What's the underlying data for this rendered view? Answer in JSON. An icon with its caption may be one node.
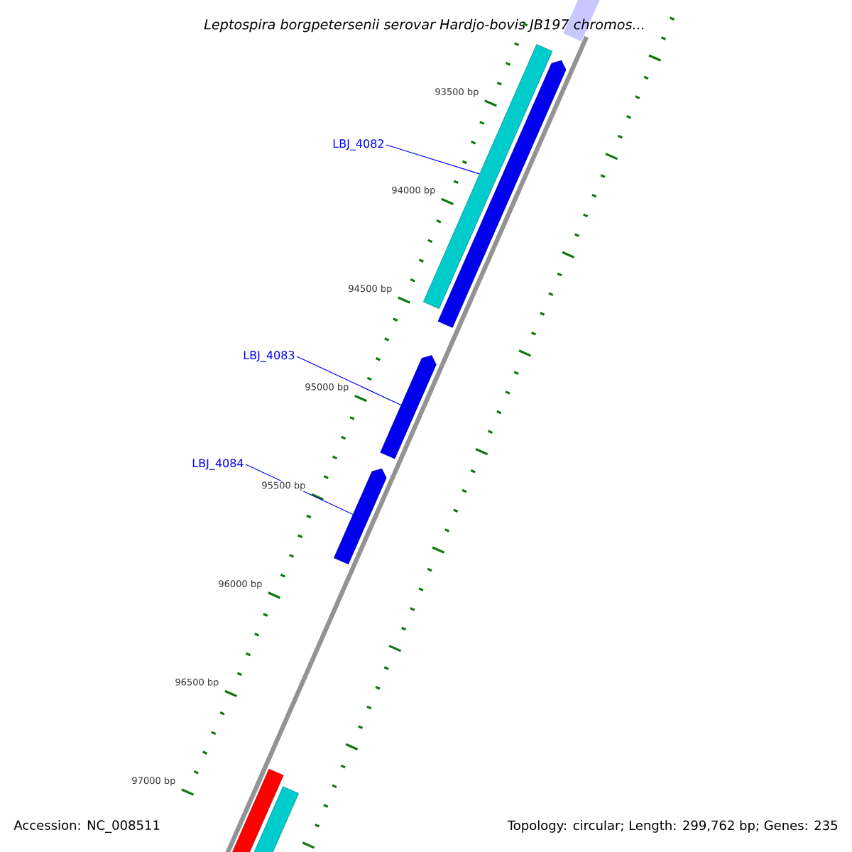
{
  "diagram": {
    "title": "Leptospira borgpetersenii serovar Hardjo-bovis JB197 chromos...",
    "nodes": [
      {
        "text": [
          "LBJ_4082"
        ]
      },
      {
        "text": [
          "LBJ_4083"
        ]
      },
      {
        "text": [
          "LBJ_4084"
        ]
      },
      {
        "text": [],
        "shape": "bar"
      },
      {
        "text": [],
        "shape": "arrow"
      },
      {
        "text": [],
        "shape": "arrow"
      },
      {
        "text": [],
        "shape": "arrow"
      },
      {
        "text": [],
        "shape": "bar"
      },
      {
        "text": [],
        "shape": "bar"
      }
    ],
    "edges": [
      {
        "from": 0,
        "to": 3,
        "arrow": "none"
      },
      {
        "from": 1,
        "to": 5,
        "arrow": "none"
      },
      {
        "from": 2,
        "to": 6,
        "arrow": "none"
      }
    ],
    "labels": [
      "93500 bp",
      "94000 bp",
      "94500 bp",
      "95000 bp",
      "95500 bp",
      "96000 bp",
      "96500 bp",
      "97000 bp",
      "Accession: NC_008511",
      "Topology: circular; Length: 299,762 bp; Genes: 235"
    ]
  }
}
